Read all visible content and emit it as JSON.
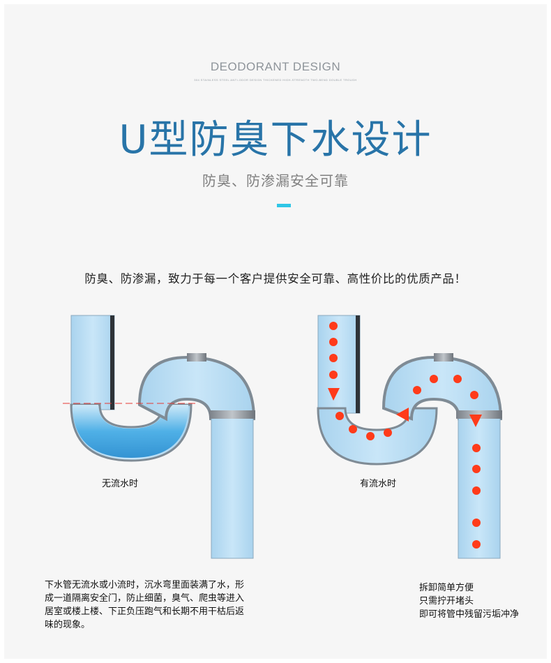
{
  "header": {
    "eyebrow": "DEODORANT DESIGN",
    "eyebrow_sub": "304 STAINLESS STEEL ANTI-ODOR DESIGN THICKENED HIGH-STRENGTH TWO-BEND DOUBLE TROUGH",
    "title": "U型防臭下水设计",
    "subtitle": "防臭、防渗漏安全可靠"
  },
  "lead_text": "防臭、防渗漏，致力于每一个客户提供安全可靠、高性价比的优质产品！",
  "left_diagram": {
    "caption": "无流水时",
    "description": "下水管无流水或小流时，沉水弯里面装满了水，形\n成一道隔离安全门，防止细菌，臭气、爬虫等进入\n居室或楼上楼、下正负压跑气和长期不用干枯后返\n味的现象。"
  },
  "right_diagram": {
    "caption": "有流水时",
    "description": "拆卸简单方便\n只需拧开堵头\n即可将管中残留污垢冲净"
  },
  "colors": {
    "title_blue": "#2874a8",
    "accent_cyan": "#2fc6e6",
    "pipe_blue": "#b5daf2",
    "water_blue": "#3aa0de",
    "flow_dot_red": "#ff3b1a",
    "water_line_red": "#e53935"
  }
}
